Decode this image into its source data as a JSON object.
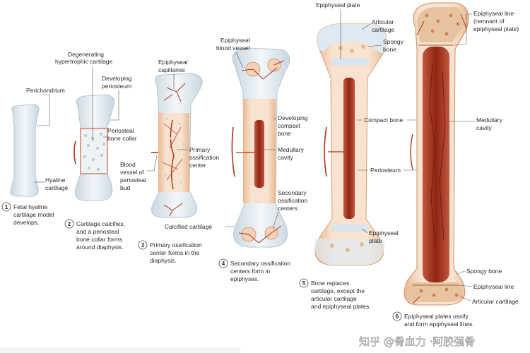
{
  "labels": {
    "perichondrium": "Perichondrium",
    "hyaline_cartilage": [
      "Hyaline",
      "cartilage"
    ],
    "degenerating_cartilage": [
      "Degenerating",
      "hypertrophic cartilage"
    ],
    "developing_periosteum": [
      "Developing",
      "periosteum"
    ],
    "periosteal_bone_collar": [
      "Periosteal",
      "bone collar"
    ],
    "epiphyseal_capillaries": [
      "Epiphyseal",
      "capillaries"
    ],
    "primary_ossification_center": [
      "Primary",
      "ossification",
      "center"
    ],
    "blood_vessel_periosteal_bud": [
      "Blood",
      "vessel of",
      "periosteal",
      "bud"
    ],
    "calcified_cartilage": "Calcified cartilage",
    "epiphyseal_blood_vessel": [
      "Epiphyseal",
      "blood vessel"
    ],
    "developing_compact_bone": [
      "Developing",
      "compact",
      "bone"
    ],
    "medullary_cavity_4": [
      "Medullary",
      "cavity"
    ],
    "secondary_ossification_centers": [
      "Secondary",
      "ossification",
      "centers"
    ],
    "epiphyseal_plate_top": "Epiphyseal plate",
    "articular_cartilage_top": [
      "Articular",
      "cartilage"
    ],
    "spongy_bone_top": [
      "Spongy",
      "bone"
    ],
    "compact_bone": "Compact bone",
    "periosteum": "Periosteum",
    "epiphyseal_plate_5": [
      "Epiphyseal",
      "plate"
    ],
    "epiphyseal_line_top": [
      "Epiphyseal line",
      "(remnant of",
      "epiphyseal plate)"
    ],
    "medullary_cavity_6": [
      "Medullary",
      "cavity"
    ],
    "spongy_bone_bottom": "Spongy bone",
    "epiphyseal_line_bottom": "Epiphyseal line",
    "articular_cartilage_bottom": "Articular cartilage"
  },
  "steps": [
    {
      "number": "1",
      "lines": [
        "Fetal hyaline",
        "cartilage model",
        "develops."
      ]
    },
    {
      "number": "2",
      "lines": [
        "Cartilage calcifies,",
        "and a periosteal",
        "bone collar forms",
        "around diaphysis."
      ]
    },
    {
      "number": "3",
      "lines": [
        "Primary ossification",
        "center forms in the",
        "diaphysis."
      ]
    },
    {
      "number": "4",
      "lines": [
        "Secondary ossification",
        "centers form in",
        "epiphyses."
      ]
    },
    {
      "number": "5",
      "lines": [
        "Bone replaces",
        "cartilage, except the",
        "articular cartilage",
        "and epiphyseal plates."
      ]
    },
    {
      "number": "6",
      "lines": [
        "Epiphyseal plates ossify",
        "and form epiphyseal lines."
      ]
    }
  ],
  "watermark": "知乎 @骨血力 ·阿胶强骨",
  "colors": {
    "cartilage": "#dfe9f1",
    "bone_shaft": "#f6dcc6",
    "medullary": "#a5311e",
    "vessel": "#b0361c",
    "spongy": "#e3b98e"
  }
}
